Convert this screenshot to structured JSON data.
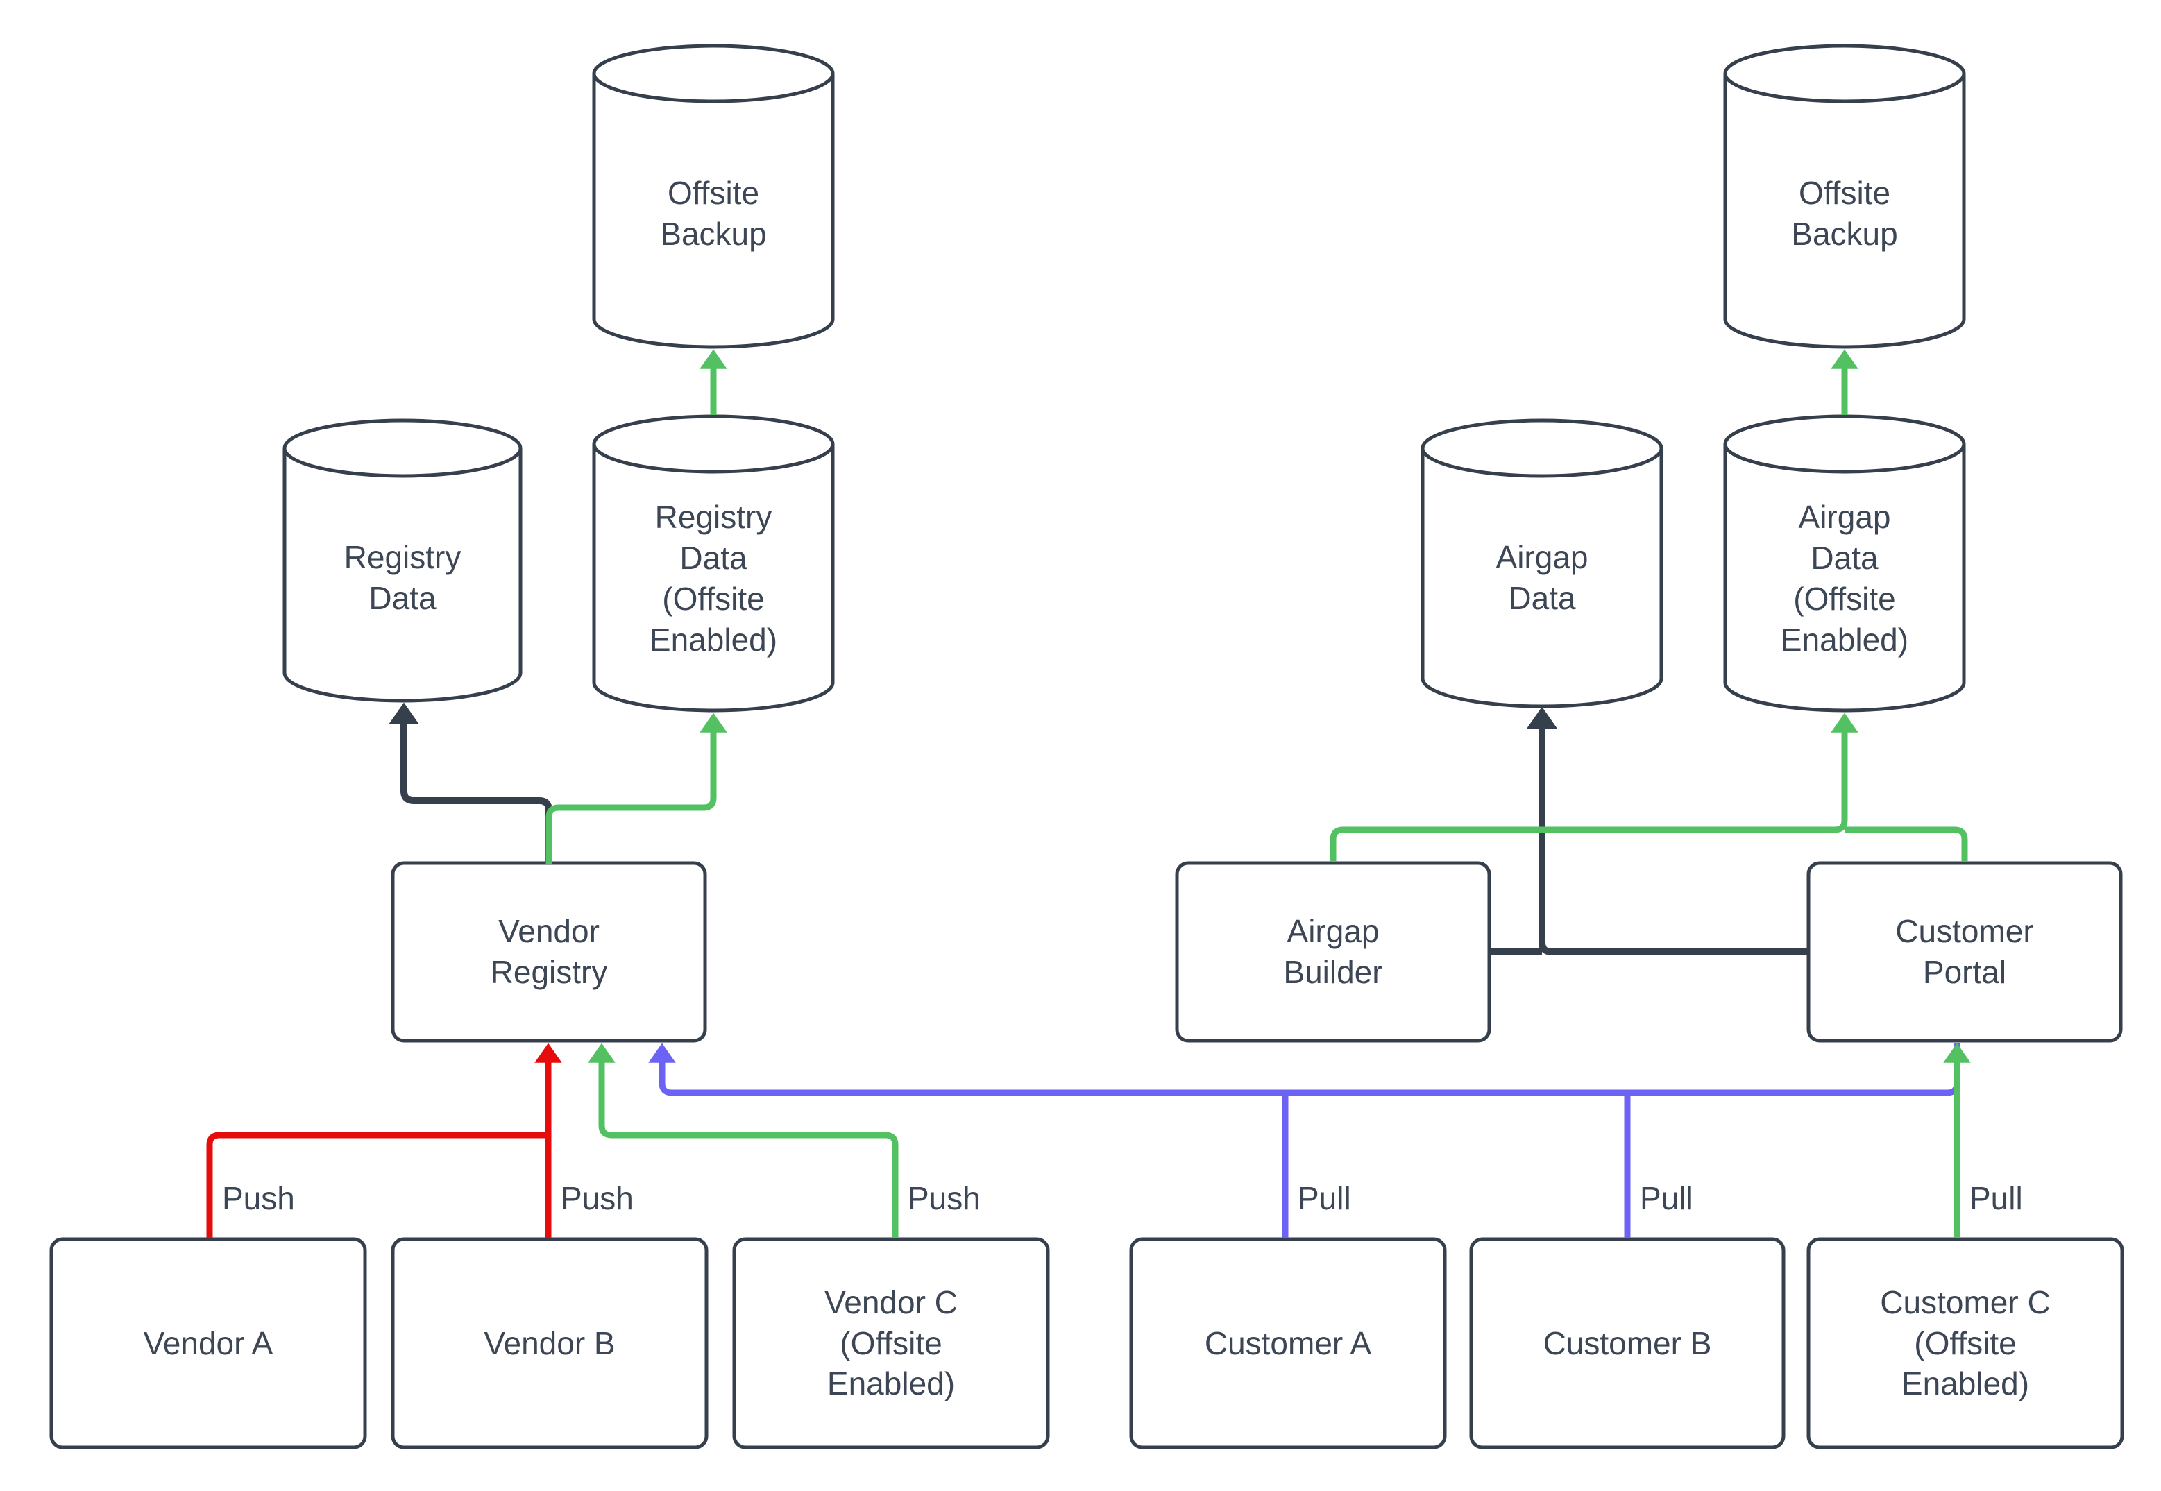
{
  "diagram": {
    "type": "flowchart",
    "nodes": {
      "offsite_backup_left": {
        "label": "Offsite Backup",
        "shape": "cylinder"
      },
      "registry_data": {
        "label": "Registry Data",
        "shape": "cylinder"
      },
      "registry_data_offsite": {
        "label": "Registry Data (Offsite Enabled)",
        "shape": "cylinder"
      },
      "vendor_registry": {
        "label": "Vendor Registry",
        "shape": "rect"
      },
      "vendor_a": {
        "label": "Vendor A",
        "shape": "rect"
      },
      "vendor_b": {
        "label": "Vendor B",
        "shape": "rect"
      },
      "vendor_c": {
        "label": "Vendor C (Offsite Enabled)",
        "shape": "rect"
      },
      "offsite_backup_right": {
        "label": "Offsite Backup",
        "shape": "cylinder"
      },
      "airgap_data": {
        "label": "Airgap Data",
        "shape": "cylinder"
      },
      "airgap_data_offsite": {
        "label": "Airgap Data (Offsite Enabled)",
        "shape": "cylinder"
      },
      "airgap_builder": {
        "label": "Airgap Builder",
        "shape": "rect"
      },
      "customer_portal": {
        "label": "Customer Portal",
        "shape": "rect"
      },
      "customer_a": {
        "label": "Customer A",
        "shape": "rect"
      },
      "customer_b": {
        "label": "Customer B",
        "shape": "rect"
      },
      "customer_c": {
        "label": "Customer C (Offsite Enabled)",
        "shape": "rect"
      }
    },
    "edges": [
      {
        "from": "Vendor A",
        "to": "Vendor Registry",
        "label": "Push",
        "color": "red"
      },
      {
        "from": "Vendor B",
        "to": "Vendor Registry",
        "label": "Push",
        "color": "red"
      },
      {
        "from": "Vendor C (Offsite Enabled)",
        "to": "Vendor Registry",
        "label": "Push",
        "color": "green"
      },
      {
        "from": "Customer A",
        "to": "Vendor Registry",
        "label": "Pull",
        "color": "blue"
      },
      {
        "from": "Customer B",
        "to": "Vendor Registry",
        "label": "Pull",
        "color": "blue"
      },
      {
        "from": "Customer C (Offsite Enabled)",
        "to": "Customer Portal",
        "label": "Pull",
        "color": "green"
      },
      {
        "from": "Vendor Registry",
        "to": "Registry Data",
        "label": "",
        "color": "dark"
      },
      {
        "from": "Vendor Registry",
        "to": "Registry Data (Offsite Enabled)",
        "label": "",
        "color": "green"
      },
      {
        "from": "Registry Data (Offsite Enabled)",
        "to": "Offsite Backup",
        "label": "",
        "color": "green"
      },
      {
        "from": "Airgap Builder",
        "to": "Airgap Data",
        "label": "",
        "color": "dark"
      },
      {
        "from": "Customer Portal",
        "to": "Airgap Data",
        "label": "",
        "color": "dark"
      },
      {
        "from": "Airgap Builder",
        "to": "Airgap Data (Offsite Enabled)",
        "label": "",
        "color": "green"
      },
      {
        "from": "Customer Portal",
        "to": "Airgap Data (Offsite Enabled)",
        "label": "",
        "color": "green"
      },
      {
        "from": "Airgap Data (Offsite Enabled)",
        "to": "Offsite Backup",
        "label": "",
        "color": "green"
      },
      {
        "from": "Customer Portal",
        "to": "Vendor Registry",
        "label": "",
        "color": "blue"
      }
    ]
  },
  "colors": {
    "stroke_dark": "#363F4C",
    "text": "#3C4654",
    "green": "#53C162",
    "red": "#E60C0C",
    "blue": "#6C63F5",
    "background": "#FFFFFF"
  }
}
